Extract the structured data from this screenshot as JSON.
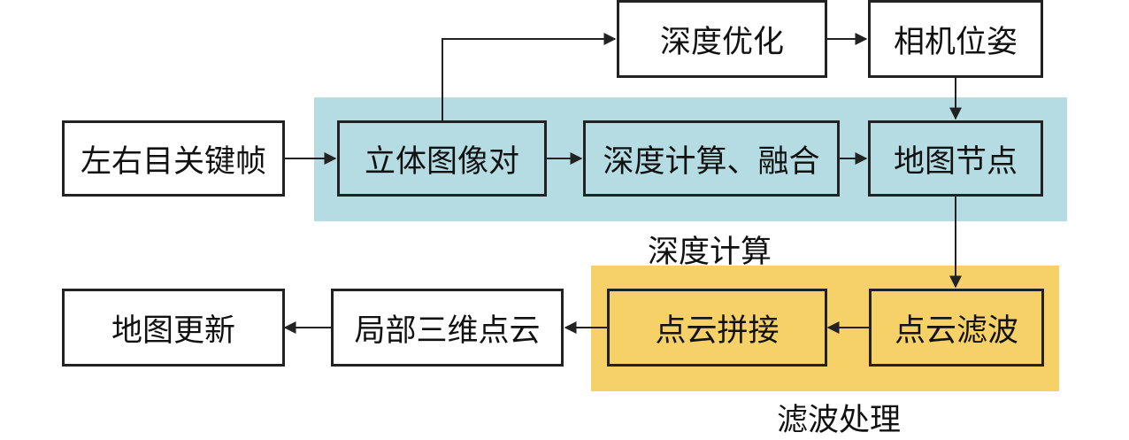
{
  "colors": {
    "depth_region": "#b5dce2",
    "filter_region": "#f6d168",
    "line": "#222222",
    "box_white": "#ffffff"
  },
  "nodes": {
    "stereo_keyframes": "左右目关键帧",
    "stereo_pair": "立体图像对",
    "depth_calc_fusion": "深度计算、融合",
    "map_node": "地图节点",
    "depth_optimization": "深度优化",
    "camera_pose": "相机位姿",
    "point_cloud_filter": "点云滤波",
    "point_cloud_stitch": "点云拼接",
    "local_3d_points": "局部三维点云",
    "map_update": "地图更新"
  },
  "regions": {
    "depth_label": "深度计算",
    "filter_label": "滤波处理"
  }
}
